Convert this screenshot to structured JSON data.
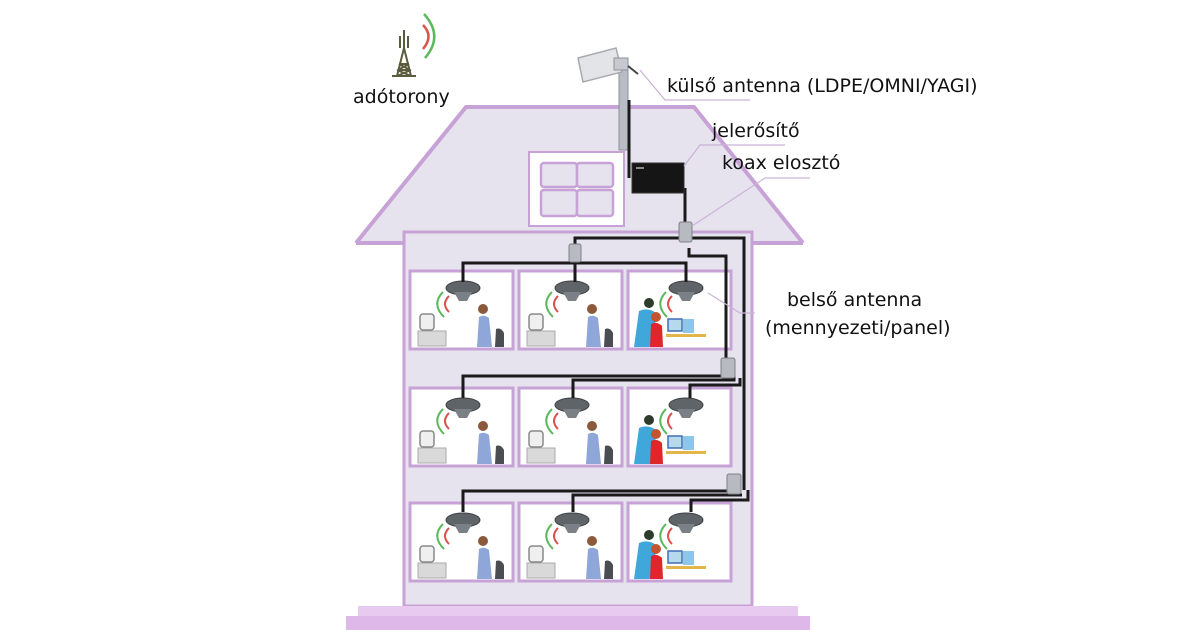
{
  "diagram": {
    "title": "Indoor mobile signal booster system",
    "labels": {
      "tower": "adótorony",
      "outdoor_antenna": "külső antenna (LDPE/OMNI/YAGI)",
      "booster": "jelerősítő",
      "splitter": "koax elosztó",
      "indoor_antenna_line1": "belső antenna",
      "indoor_antenna_line2": "(mennyezeti/panel)"
    },
    "floors": [
      {
        "rooms": [
          "phone-call",
          "phone-call",
          "computer-work"
        ]
      },
      {
        "rooms": [
          "phone-call",
          "phone-call",
          "computer-work"
        ]
      },
      {
        "rooms": [
          "phone-call",
          "phone-call",
          "computer-work"
        ]
      }
    ],
    "colors": {
      "house_fill": "#e7e3ee",
      "house_outline": "#c7a2d6",
      "signal_red": "#d9534f",
      "signal_green": "#5cb85c",
      "cable": "#1a1a1a"
    }
  }
}
